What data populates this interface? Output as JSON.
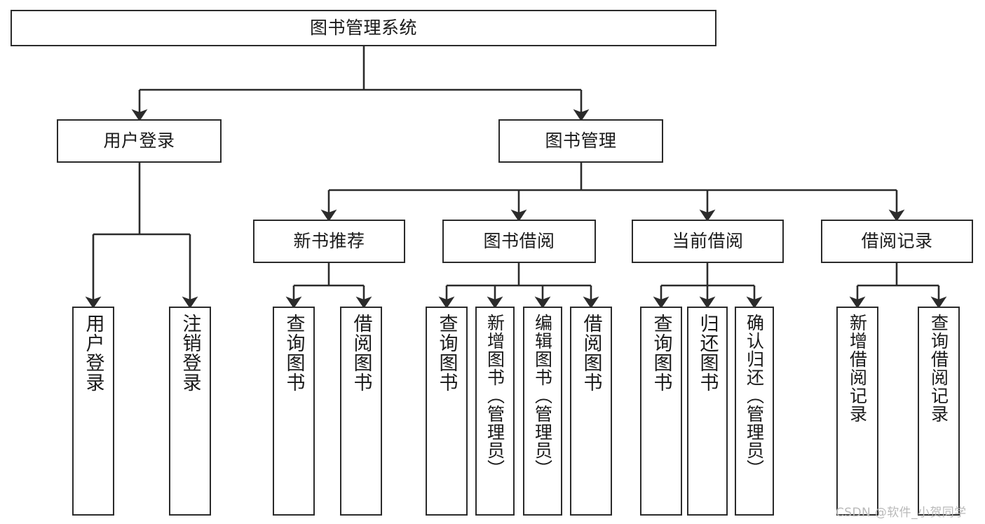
{
  "diagram": {
    "title_node": "图书管理系统",
    "type": "tree-hierarchy-diagram",
    "orientation": "top-down",
    "stroke_color": "#2b2b2b",
    "fill_color": "#ffffff",
    "text_color": "#1a1a1a"
  },
  "nodes": {
    "root": {
      "label": "图书管理系统"
    },
    "level2": [
      {
        "label": "用户登录"
      },
      {
        "label": "图书管理"
      }
    ],
    "level3": [
      {
        "label": "新书推荐"
      },
      {
        "label": "图书借阅"
      },
      {
        "label": "当前借阅"
      },
      {
        "label": "借阅记录"
      }
    ],
    "leaves_user_login": [
      {
        "label": "用户登录"
      },
      {
        "label": "注销登录"
      }
    ],
    "leaves_new_book": [
      {
        "label": "查询图书"
      },
      {
        "label": "借阅图书"
      }
    ],
    "leaves_borrow": [
      {
        "label": "查询图书"
      },
      {
        "label": "新增图书（管理员）"
      },
      {
        "label": "编辑图书（管理员）"
      },
      {
        "label": "借阅图书"
      }
    ],
    "leaves_current": [
      {
        "label": "查询图书"
      },
      {
        "label": "归还图书"
      },
      {
        "label": "确认归还（管理员）"
      }
    ],
    "leaves_record": [
      {
        "label": "新增借阅记录"
      },
      {
        "label": "查询借阅记录"
      }
    ]
  },
  "watermark": {
    "text": "CSDN @软件_小贺同学"
  }
}
